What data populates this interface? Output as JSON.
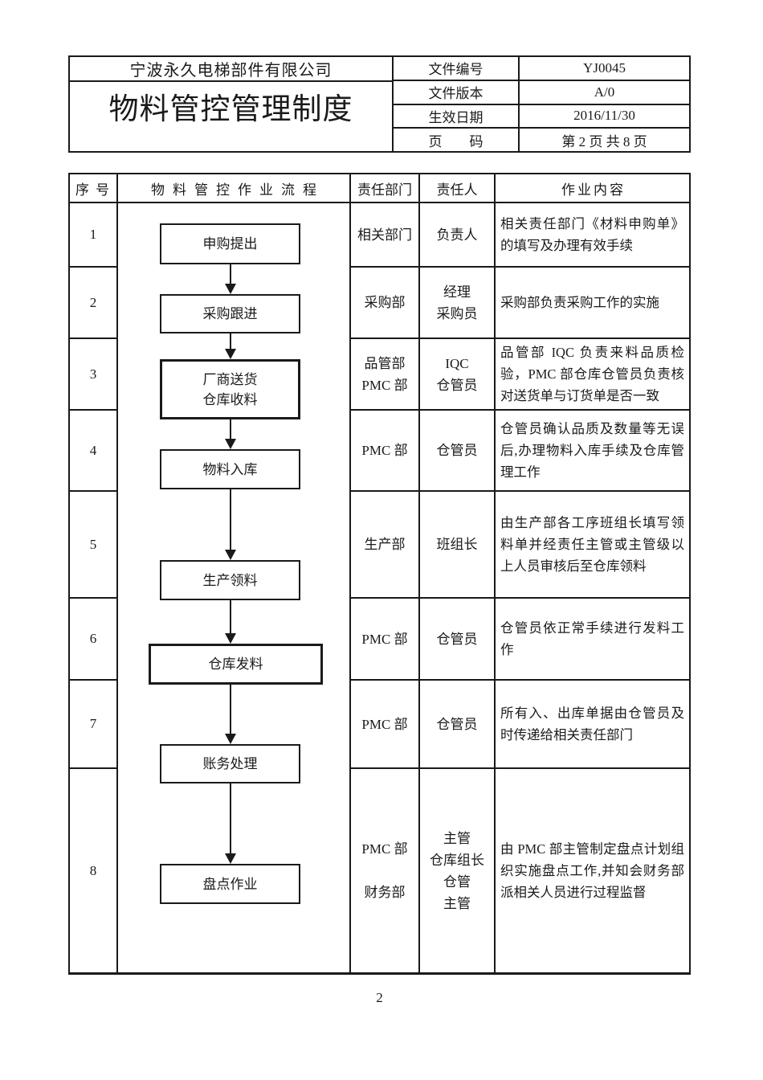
{
  "colors": {
    "ink": "#1a1a1a",
    "paper": "#ffffff"
  },
  "page": {
    "footer_page_number": "2"
  },
  "doc_header": {
    "company": "宁波永久电梯部件有限公司",
    "title": "物料管控管理制度",
    "fields": [
      {
        "label": "文件编号",
        "value": "YJ0045"
      },
      {
        "label": "文件版本",
        "value": "A/0"
      },
      {
        "label": "生效日期",
        "value": "2016/11/30"
      },
      {
        "label": "页　　码",
        "value": "第 2 页 共 8 页"
      }
    ]
  },
  "table": {
    "headers": {
      "seq": "序 号",
      "flow": "物料管控作业流程",
      "dept": "责任部门",
      "person": "责任人",
      "content": "作业内容"
    },
    "rows": [
      {
        "seq": "1",
        "dept": "相关部门",
        "person": "负责人",
        "content": "相关责任部门《材料申购单》的填写及办理有效手续"
      },
      {
        "seq": "2",
        "dept": "采购部",
        "person": "经理\n采购员",
        "content": "采购部负责采购工作的实施"
      },
      {
        "seq": "3",
        "dept": "品管部\nPMC 部",
        "person": "IQC\n仓管员",
        "content": "品管部 IQC 负责来料品质检验，PMC 部仓库仓管员负责核对送货单与订货单是否一致"
      },
      {
        "seq": "4",
        "dept": "PMC 部",
        "person": "仓管员",
        "content": "仓管员确认品质及数量等无误后,办理物料入库手续及仓库管理工作"
      },
      {
        "seq": "5",
        "dept": "生产部",
        "person": "班组长",
        "content": "由生产部各工序班组长填写领料单并经责任主管或主管级以上人员审核后至仓库领料"
      },
      {
        "seq": "6",
        "dept": "PMC 部",
        "person": "仓管员",
        "content": "仓管员依正常手续进行发料工作"
      },
      {
        "seq": "7",
        "dept": "PMC 部",
        "person": "仓管员",
        "content": "所有入、出库单据由仓管员及时传递给相关责任部门"
      },
      {
        "seq": "8",
        "dept": "PMC 部\n\n财务部",
        "person": "主管\n仓库组长\n仓管\n主管",
        "content": "由 PMC 部主管制定盘点计划组织实施盘点工作,并知会财务部派相关人员进行过程监督"
      }
    ]
  },
  "flowchart": {
    "steps": [
      {
        "label": "申购提出"
      },
      {
        "label": "采购跟进"
      },
      {
        "label": "厂商送货\n仓库收料"
      },
      {
        "label": "物料入库"
      },
      {
        "label": "生产领料"
      },
      {
        "label": "仓库发料"
      },
      {
        "label": "账务处理"
      },
      {
        "label": "盘点作业"
      }
    ]
  }
}
